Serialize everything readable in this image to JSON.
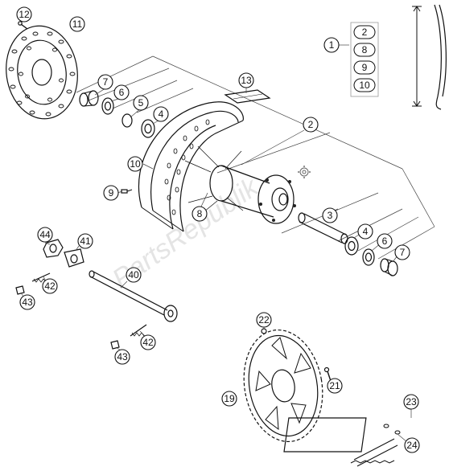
{
  "diagram": {
    "watermark": "PartsRepublik",
    "callouts": {
      "c1": "1",
      "c2": "2",
      "c3": "3",
      "c4": "4",
      "c5": "5",
      "c6": "6",
      "c7": "7",
      "c8": "8",
      "c9": "9",
      "c10": "10",
      "c11": "11",
      "c12": "12",
      "c13": "13",
      "c19": "19",
      "c21": "21",
      "c22": "22",
      "c23": "23",
      "c24": "24",
      "c40": "40",
      "c41": "41",
      "c42": "42",
      "c43": "43",
      "c44": "44"
    },
    "legend": {
      "group": "1",
      "items": [
        "2",
        "8",
        "9",
        "10"
      ]
    }
  }
}
